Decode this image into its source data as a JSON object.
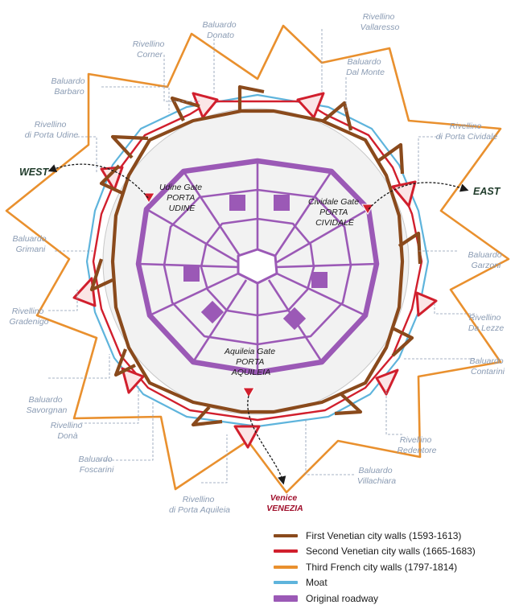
{
  "colors": {
    "first_venetian": "#8a4a1c",
    "second_venetian": "#d11f2d",
    "third_french": "#e9902e",
    "moat": "#5eb4dc",
    "roadway": "#9b59b6",
    "label_blue": "#8a9bb3"
  },
  "directions": {
    "west": "WEST",
    "east": "EAST"
  },
  "gates": {
    "udine_caption": "Udine Gate",
    "udine_name_1": "PORTA",
    "udine_name_2": "UDINE",
    "cividale_caption": "Cividale Gate",
    "cividale_name_1": "PORTA",
    "cividale_name_2": "CIVIDALE",
    "aquileia_caption": "Aquileia Gate",
    "aquileia_name_1": "PORTA",
    "aquileia_name_2": "AQUILEIA"
  },
  "venice": {
    "line1": "Venice",
    "line2": "VENEZIA"
  },
  "features": {
    "baluardo_donato": [
      "Baluardo",
      "Donato"
    ],
    "rivellino_vallaresso": [
      "Rivellino",
      "Vallaresso"
    ],
    "rivellino_corner": [
      "Rivellino",
      "Corner"
    ],
    "baluardo_dal_monte": [
      "Baluardo",
      "Dal Monte"
    ],
    "baluardo_barbaro": [
      "Baluardo",
      "Barbaro"
    ],
    "rivellino_porta_udine": [
      "Rivellino",
      "di Porta Udine"
    ],
    "rivellino_porta_cividale": [
      "Rivellino",
      "di Porta Cividale"
    ],
    "baluardo_grimani": [
      "Baluardo",
      "Grimani"
    ],
    "baluardo_garzoni": [
      "Baluardo",
      "Garzoni"
    ],
    "rivellino_gradenigo": [
      "Rivellino",
      "Gradenigo"
    ],
    "rivellino_da_lezze": [
      "Rivellino",
      "Da Lezze"
    ],
    "baluardo_contarini": [
      "Baluardo",
      "Contarini"
    ],
    "baluardo_savorgnan": [
      "Baluardo",
      "Savorgnan"
    ],
    "rivellino_dona": [
      "Rivellino",
      "Donà"
    ],
    "rivellino_redentore": [
      "Rivellino",
      "Redentore"
    ],
    "baluardo_foscarini": [
      "Baluardo",
      "Foscarini"
    ],
    "baluardo_villachiara": [
      "Baluardo",
      "Villachiara"
    ],
    "rivellino_porta_aquileia": [
      "Rivellino",
      "di Porta Aquileia"
    ]
  },
  "legend": [
    {
      "label": "First Venetian city walls (1593-1613)",
      "color": "#8a4a1c"
    },
    {
      "label": "Second Venetian city walls (1665-1683)",
      "color": "#d11f2d"
    },
    {
      "label": "Third French city walls (1797-1814)",
      "color": "#e9902e"
    },
    {
      "label": "Moat",
      "color": "#5eb4dc"
    },
    {
      "label": "Original roadway",
      "color": "#9b59b6"
    }
  ]
}
